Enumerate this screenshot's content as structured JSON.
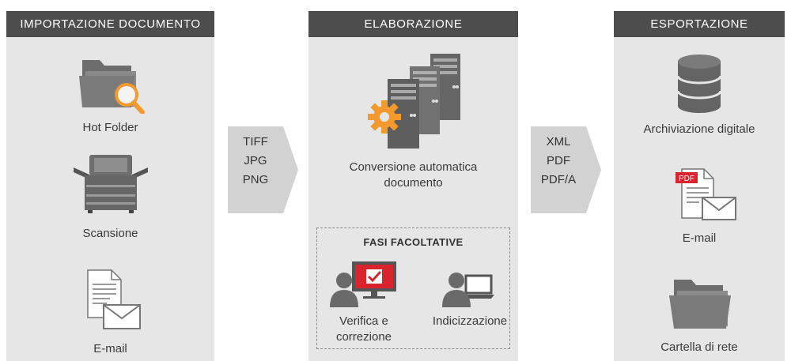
{
  "import": {
    "title": "IMPORTAZIONE DOCUMENTO",
    "items": [
      {
        "label": "Hot Folder",
        "icon": "folder-search-icon"
      },
      {
        "label": "Scansione",
        "icon": "scanner-icon"
      },
      {
        "label": "E-mail",
        "icon": "document-mail-icon"
      }
    ]
  },
  "arrow1": {
    "formats": [
      "TIFF",
      "JPG",
      "PNG"
    ]
  },
  "processing": {
    "title": "ELABORAZIONE",
    "main_label_line1": "Conversione automatica",
    "main_label_line2": "documento",
    "main_icon": "servers-gear-icon",
    "optional": {
      "title": "FASI FACOLTATIVE",
      "verify_line1": "Verifica e",
      "verify_line2": "correzione",
      "verify_icon": "user-monitor-check-icon",
      "index_label": "Indicizzazione",
      "index_icon": "user-laptop-icon"
    }
  },
  "arrow2": {
    "formats": [
      "XML",
      "PDF",
      "PDF/A"
    ]
  },
  "export": {
    "title": "ESPORTAZIONE",
    "items": [
      {
        "label": "Archiviazione digitale",
        "icon": "database-icon"
      },
      {
        "label": "E-mail",
        "icon": "pdf-mail-icon",
        "badge": "PDF"
      },
      {
        "label": "Cartella di rete",
        "icon": "folder-icon"
      }
    ]
  },
  "colors": {
    "panel": "#e6e6e6",
    "header": "#4d4d4d",
    "accent": "#f39a2e",
    "red": "#d9232d",
    "arrow": "#d2d2d2"
  }
}
